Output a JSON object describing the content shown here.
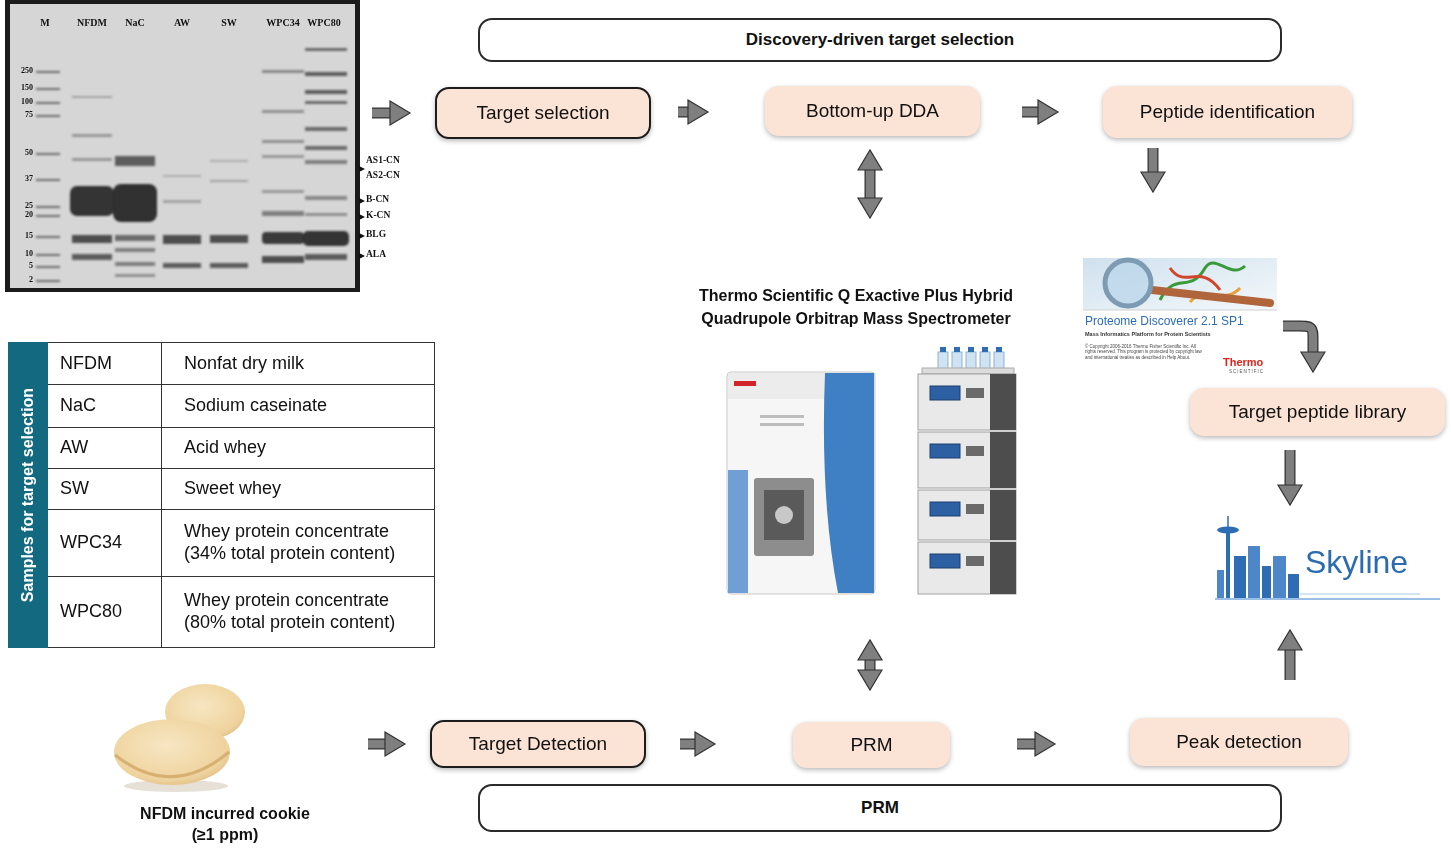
{
  "diagram": {
    "nodes": [
      {
        "text": [
          "M",
          "NFDM",
          "NaC",
          "AW",
          "SW",
          "WPC34",
          "WPC80",
          "250",
          "150",
          "100",
          "75",
          "50",
          "37",
          "25",
          "20",
          "15",
          "10",
          "5",
          "2",
          "AS1-CN",
          "AS2-CN",
          "B-CN",
          "K-CN",
          "BLG",
          "ALA"
        ]
      },
      {
        "text": [
          "Discovery-driven target selection"
        ]
      },
      {
        "text": [
          "Target selection"
        ]
      },
      {
        "text": [
          "Bottom-up DDA"
        ]
      },
      {
        "text": [
          "Peptide identification"
        ]
      },
      {
        "text": [
          "Proteome Discoverer 2.1 SP1",
          "Mass Informatics Platform for Protein Scientists",
          "© Copyright 2006-2016 Thermo Fisher Scientific Inc. All rights reserved. This program is protected by copyright law and international treaties as described in Help About.",
          "Thermo",
          "SCIENTIFIC"
        ]
      },
      {
        "text": [
          "Thermo Scientific Q Exactive Plus Hybrid Quadrupole Orbitrap Mass Spectrometer"
        ]
      },
      {
        "text": [
          "Samples for target selection"
        ]
      },
      {
        "text": [
          "Target peptide library"
        ]
      },
      {
        "text": [
          "Skyline"
        ]
      },
      {
        "text": [
          "NFDM incurred cookie (≥1 ppm)"
        ]
      },
      {
        "text": [
          "Target Detection"
        ]
      },
      {
        "text": [
          "PRM"
        ]
      },
      {
        "text": [
          "Peak detection"
        ]
      },
      {
        "text": [
          "PRM"
        ]
      }
    ],
    "edges": [
      {
        "from": 0,
        "to": 2,
        "arrow": "to"
      },
      {
        "from": 2,
        "to": 3,
        "arrow": "to"
      },
      {
        "from": 3,
        "to": 4,
        "arrow": "to"
      },
      {
        "from": 3,
        "to": 6,
        "arrow": "both"
      },
      {
        "from": 4,
        "to": 5,
        "arrow": "to"
      },
      {
        "from": 5,
        "to": 8,
        "arrow": "to"
      },
      {
        "from": 8,
        "to": 9,
        "arrow": "to"
      },
      {
        "from": 10,
        "to": 11,
        "arrow": "to"
      },
      {
        "from": 11,
        "to": 12,
        "arrow": "to"
      },
      {
        "from": 12,
        "to": 13,
        "arrow": "to"
      },
      {
        "from": 13,
        "to": 9,
        "arrow": "to"
      },
      {
        "from": 6,
        "to": 12,
        "arrow": "both"
      }
    ],
    "labels": [
      "NFDM",
      "Nonfat dry milk",
      "NaC",
      "Sodium caseinate",
      "AW",
      "Acid whey",
      "SW",
      "Sweet whey",
      "WPC34",
      "Whey protein concentrate (34% total protein content)",
      "WPC80",
      "Whey protein concentrate (80% total protein content)"
    ]
  }
}
